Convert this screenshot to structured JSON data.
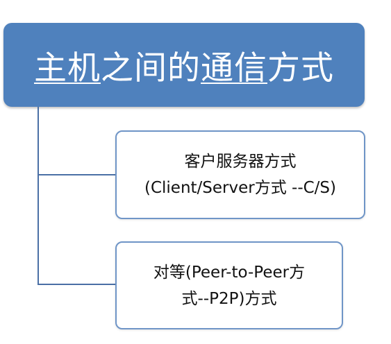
{
  "root": {
    "title_parts": [
      {
        "text": "主机",
        "underline": true
      },
      {
        "text": "之间的",
        "underline": false
      },
      {
        "text": "通信",
        "underline": true
      },
      {
        "text": "方式",
        "underline": false
      }
    ]
  },
  "children": [
    {
      "lines": [
        "客户服务器方式",
        "(Client/Server方式 --C/S)"
      ]
    },
    {
      "lines": [
        "对等(Peer-to-Peer方",
        "式--P2P)方式"
      ]
    }
  ],
  "colors": {
    "root_fill": "#4f81bd",
    "child_border": "#6f95c7",
    "connector": "#4a6fa5"
  }
}
